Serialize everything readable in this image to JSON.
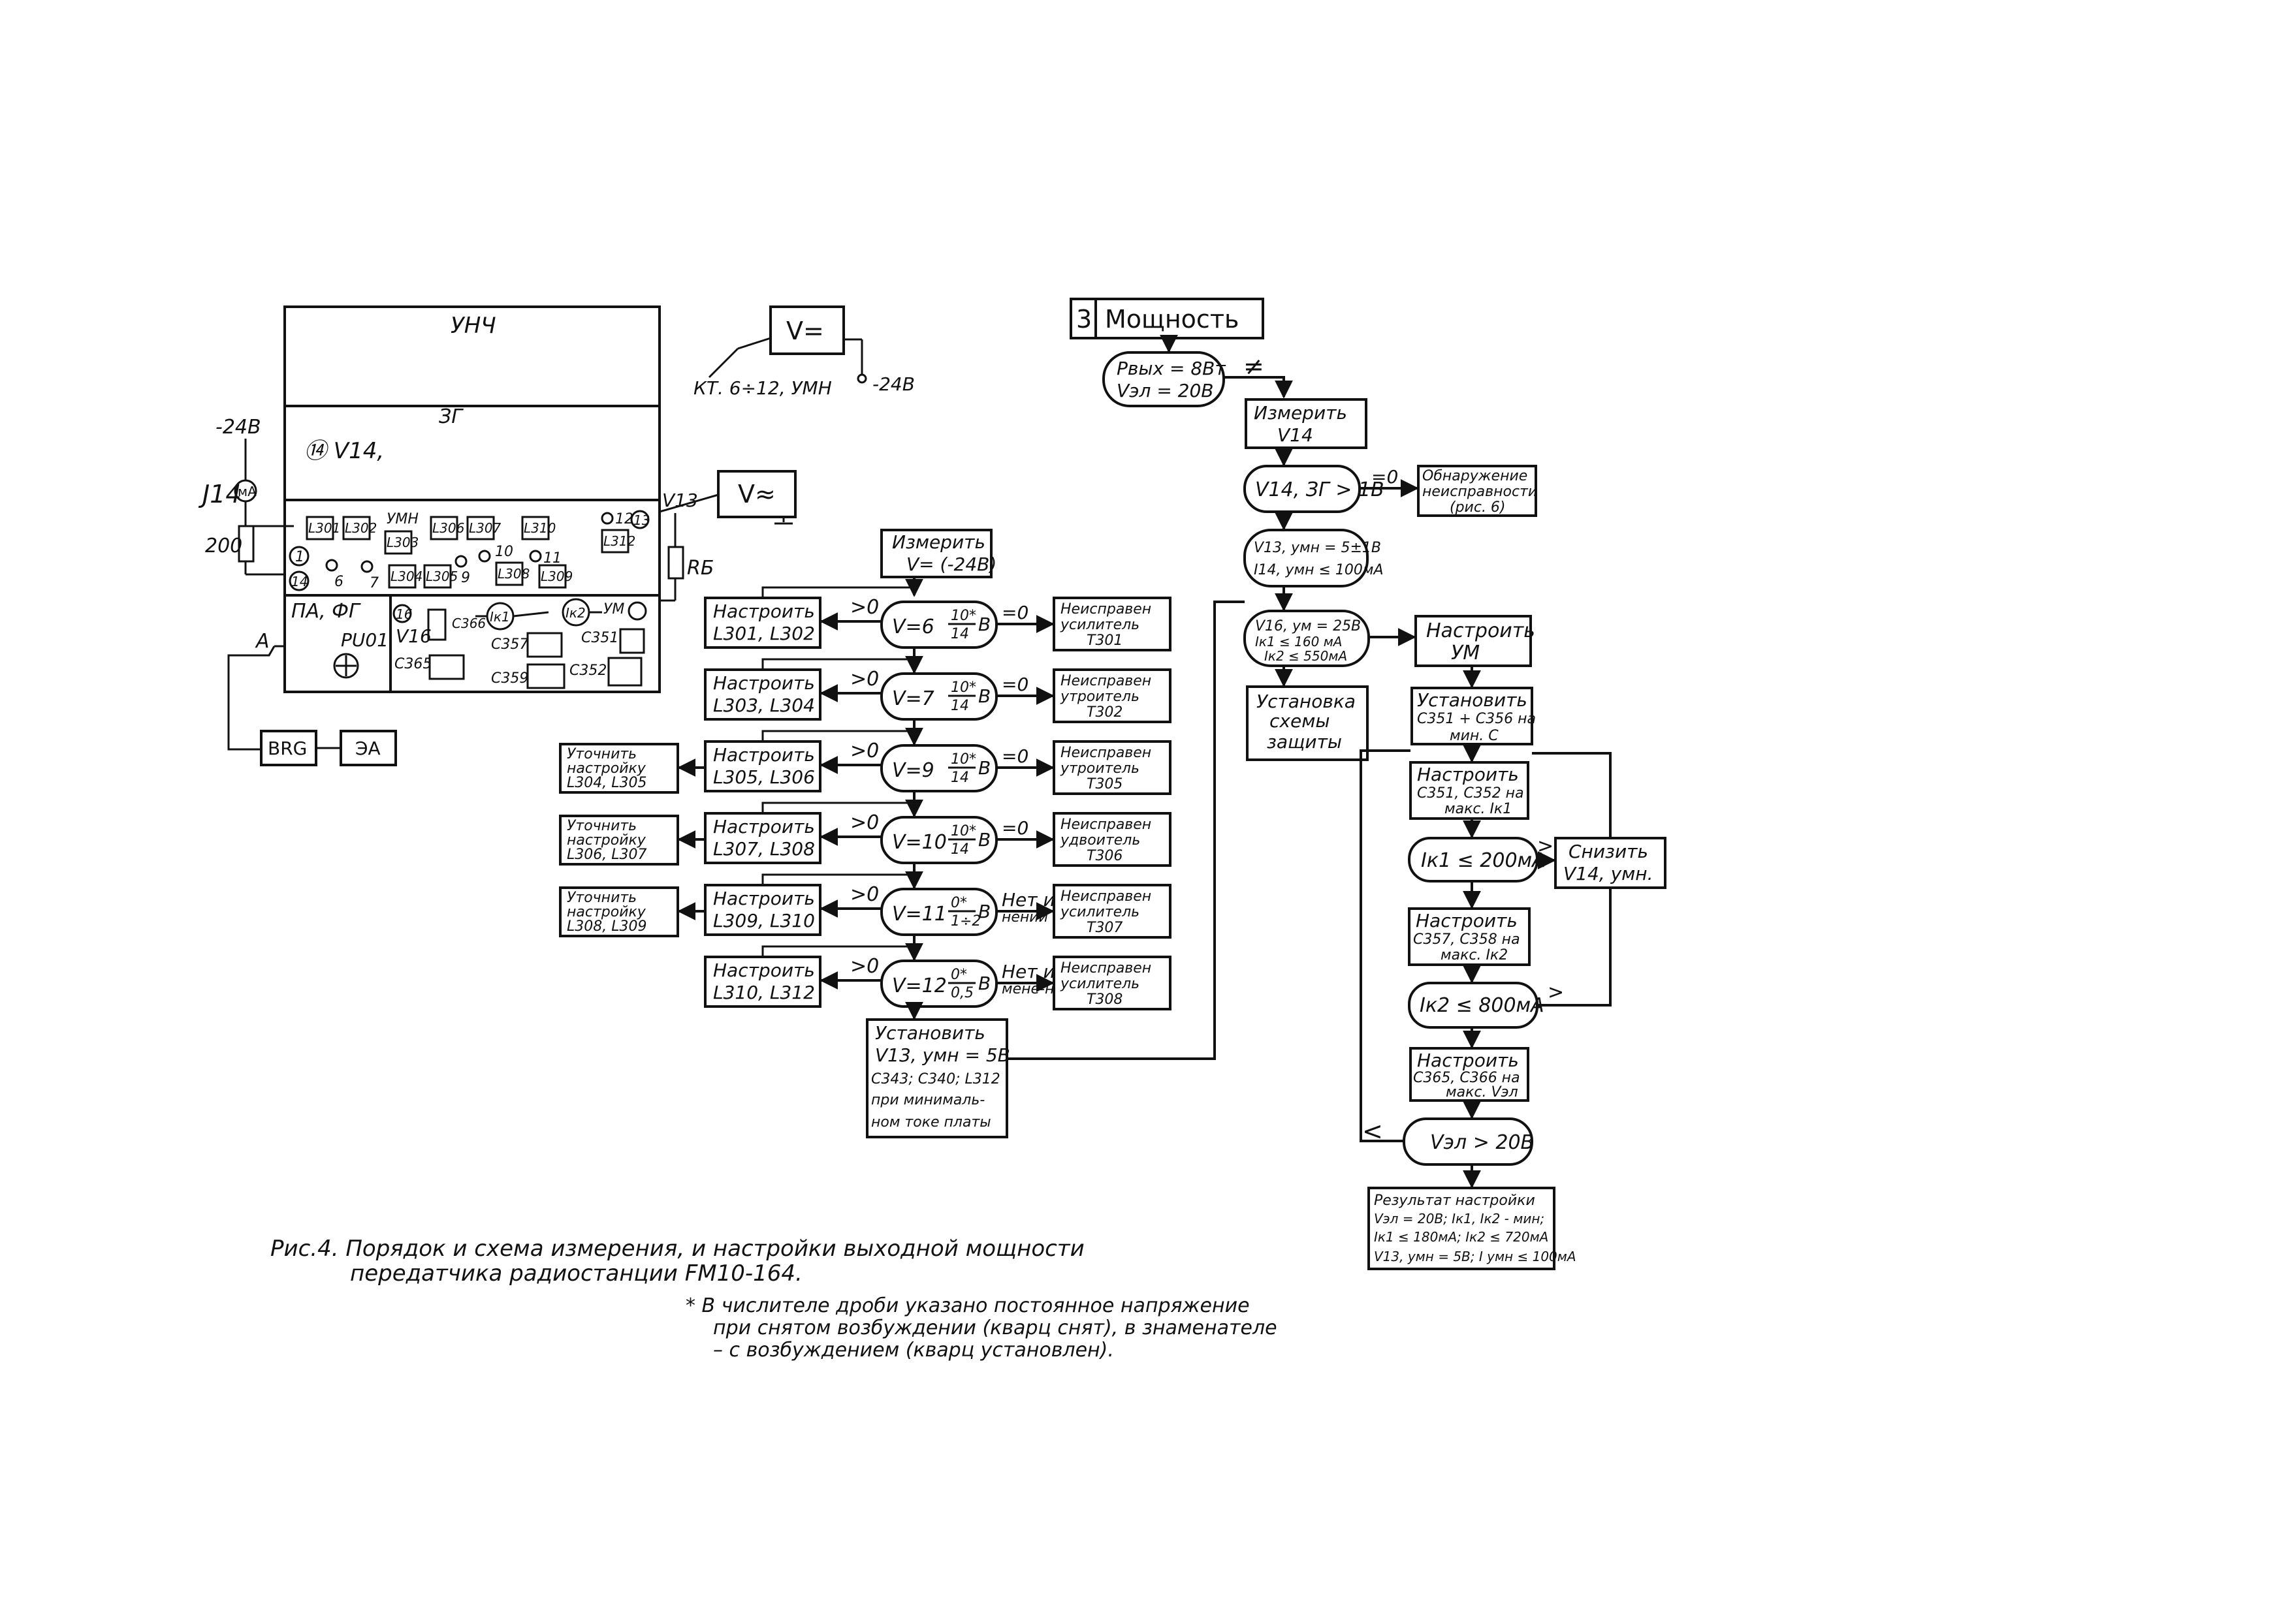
{
  "panel": {
    "block_unch": "УНЧ",
    "block_zg": "ЗГ",
    "block_umn": "УМН",
    "v14_label": "⑭ V14,",
    "num_1": "1",
    "num_14": "14",
    "num_16": "16",
    "num_6": "6",
    "num_7": "7",
    "num_9": "9",
    "num_10": "10",
    "num_11": "11",
    "num_12": "12",
    "num_13": "13",
    "um_label": "УМ",
    "pa_fg": "ПА, ФГ",
    "ph01": "PU01",
    "minus24": "-24В",
    "j14": "J14",
    "r200": "200",
    "mA": "мА",
    "a_label": "А",
    "v16": "V16",
    "v13": "V13",
    "rb": "RБ",
    "brg": "BRG",
    "ea": "ЭА",
    "ik1": "Iк1",
    "ik2": "Iк2",
    "coils": [
      "L301",
      "L302",
      "L303",
      "L306",
      "L307",
      "L310",
      "L304",
      "L305",
      "L308",
      "L309",
      "L312"
    ],
    "caps": [
      "C357",
      "C351",
      "C365",
      "C359",
      "C352",
      "C366"
    ]
  },
  "meter": {
    "v_dc": "V=",
    "kt": "КТ. 6÷12, УМН",
    "minus24": "-24В",
    "v_ac": "V≈"
  },
  "flow_left": {
    "measure": [
      "Измерить",
      "V= (-24В)"
    ],
    "rows": [
      {
        "left": [],
        "setup": [
          "Настроить",
          "L301, L302"
        ],
        "cond": ">0",
        "v": "V=6",
        "frac_top": "10*",
        "frac_bot": "14",
        "unit": "В",
        "res": "=0",
        "fault": [
          "Неисправен",
          "усилитель",
          "Т301"
        ]
      },
      {
        "left": [],
        "setup": [
          "Настроить",
          "L303, L304"
        ],
        "cond": ">0",
        "v": "V=7",
        "frac_top": "10*",
        "frac_bot": "14",
        "unit": "В",
        "res": "=0",
        "fault": [
          "Неисправен",
          "утроитель",
          "Т302"
        ]
      },
      {
        "left": [
          "Уточнить",
          "настройку",
          "L304, L305"
        ],
        "setup": [
          "Настроить",
          "L305, L306"
        ],
        "cond": ">0",
        "v": "V=9",
        "frac_top": "10*",
        "frac_bot": "14",
        "unit": "В",
        "res": "=0",
        "fault": [
          "Неисправен",
          "утроитель",
          "Т305"
        ]
      },
      {
        "left": [
          "Уточнить",
          "настройку",
          "L306, L307"
        ],
        "setup": [
          "Настроить",
          "L307, L308"
        ],
        "cond": ">0",
        "v": "V=10",
        "frac_top": "10*",
        "frac_bot": "14",
        "unit": "В",
        "res": "=0",
        "fault": [
          "Неисправен",
          "удвоитель",
          "Т306"
        ]
      },
      {
        "left": [
          "Уточнить",
          "настройку",
          "L308, L309"
        ],
        "setup": [
          "Настроить",
          "L309, L310"
        ],
        "cond": ">0",
        "v": "V=11",
        "frac_top": "0*",
        "frac_bot": "1÷2",
        "unit": "В",
        "res": "Нет изме-нений",
        "fault": [
          "Неисправен",
          "усилитель",
          "Т307"
        ]
      },
      {
        "left": [],
        "setup": [
          "Настроить",
          "L310, L312"
        ],
        "cond": ">0",
        "v": "V=12",
        "frac_top": "0*",
        "frac_bot": "0,5",
        "unit": "В",
        "res": "Нет из-мене-ний",
        "fault": [
          "Неисправен",
          "усилитель",
          "Т308"
        ]
      }
    ],
    "setup_final": [
      "Установить",
      "V13, умн = 5В",
      "C343; C340; L312",
      "при минималь-",
      "ном токе платы"
    ]
  },
  "flow_right": {
    "header_num": "3",
    "header": "Мощность",
    "start": [
      "Pвых = 8Вт",
      "Vэл = 20В"
    ],
    "neq": "≠",
    "measure": [
      "Измерить",
      "V14"
    ],
    "cond1": "V14, ЗГ > 1В",
    "eq0": "=0",
    "fault": [
      "Обнаружение",
      "неисправности",
      "(рис. 6)"
    ],
    "cond2": [
      "V13, умн = 5±1В",
      "I14, умн ≤ 100мА"
    ],
    "cond3": [
      "V16, ум = 25В",
      "Iк1 ≤ 160 мА",
      "Iк2 ≤ 550мА"
    ],
    "protect": [
      "Установка",
      "схемы",
      "защиты"
    ],
    "tune_um": [
      "Настроить",
      "УМ"
    ],
    "set_c": [
      "Установить",
      "C351 + C356 на",
      "мин. С"
    ],
    "tune_c351": [
      "Настроить",
      "C351, C352 на",
      "макс. Iк1"
    ],
    "cond_ik1": "Iк1 ≤ 200мА",
    "gt1": ">",
    "reduce": [
      "Снизить",
      "V14, умн."
    ],
    "tune_c357": [
      "Настроить",
      "C357, C358 на",
      "макс. Iк2"
    ],
    "cond_ik2": "Iк2 ≤ 800мА",
    "gt2": ">",
    "tune_c365": [
      "Настроить",
      "C365, C366 на",
      "макс. Vэл"
    ],
    "cond_vea": "Vэл > 20В",
    "lt": "<",
    "result": [
      "Результат настройки",
      "Vэл = 20В; Iк1, Iк2 - мин;",
      "Iк1 ≤ 180мА; Iк2 ≤ 720мА",
      "V13, умн = 5В; I умн ≤ 100мА"
    ]
  },
  "caption": {
    "line1": "Рис.4.  Порядок и схема измерения, и настройки  выходной  мощности",
    "line2": "передатчика  радиостанции FM10-164.",
    "note1": "* В числителе  дроби указано постоянное напряжение",
    "note2": "при снятом возбуждении (кварц снят), в знаменателе",
    "note3": "– с возбуждением (кварц установлен)."
  }
}
